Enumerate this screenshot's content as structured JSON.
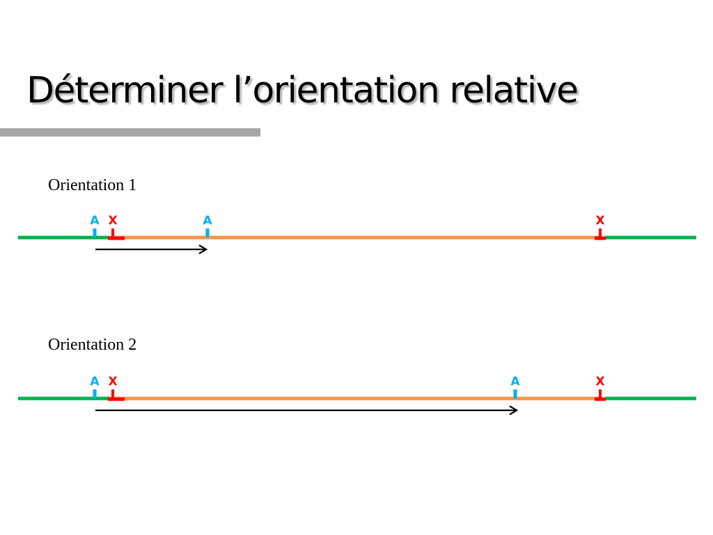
{
  "slide": {
    "title": "Déterminer l’orientation relative"
  },
  "diagrams": [
    {
      "label": "Orientation 1",
      "markers": [
        {
          "letter": "A",
          "kind": "a"
        },
        {
          "letter": "X",
          "kind": "x"
        },
        {
          "letter": "A",
          "kind": "a"
        },
        {
          "letter": "X",
          "kind": "x"
        }
      ]
    },
    {
      "label": "Orientation 2",
      "markers": [
        {
          "letter": "A",
          "kind": "a"
        },
        {
          "letter": "X",
          "kind": "x"
        },
        {
          "letter": "A",
          "kind": "a"
        },
        {
          "letter": "X",
          "kind": "x"
        }
      ]
    }
  ],
  "colors": {
    "flank": "#00b050",
    "insert": "#f79646",
    "site_a": "#00b0f0",
    "site_x": "#ff0000",
    "arrow": "#000000"
  }
}
